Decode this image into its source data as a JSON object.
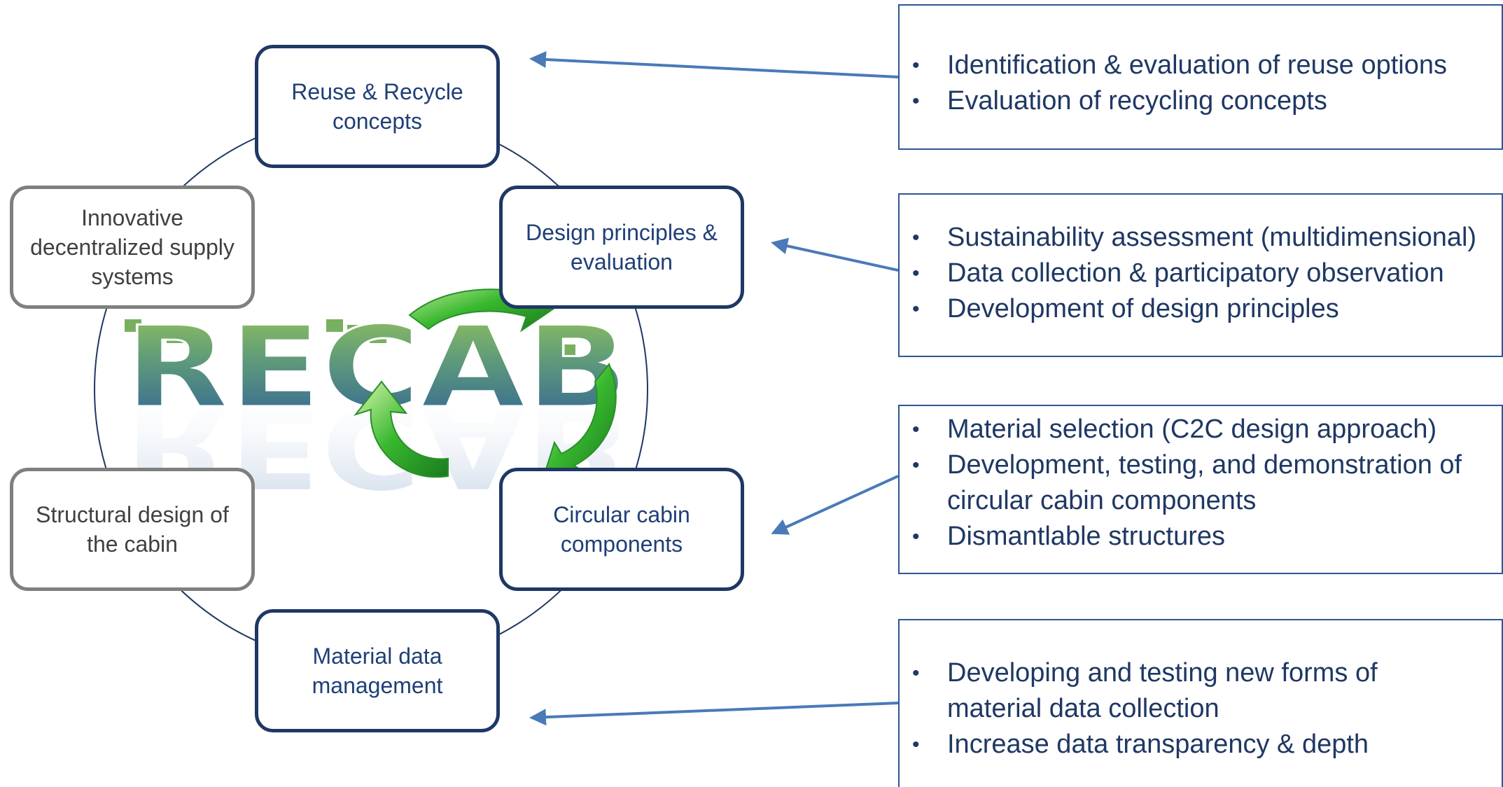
{
  "logo": {
    "text": "RECAB"
  },
  "cycle_nodes": [
    {
      "label": "Reuse & Recycle concepts"
    },
    {
      "label": "Design principles & evaluation"
    },
    {
      "label": "Circular cabin components"
    },
    {
      "label": "Material data management"
    },
    {
      "label": "Structural design of the cabin"
    },
    {
      "label": "Innovative decentralized supply systems"
    }
  ],
  "panels": [
    {
      "items": [
        "Identification & evaluation of reuse options",
        "Evaluation of recycling concepts"
      ]
    },
    {
      "items": [
        "Sustainability assessment (multidimensional)",
        "Data collection & participatory observation",
        "Development of design principles"
      ]
    },
    {
      "items": [
        "Material selection (C2C design approach)",
        "Development, testing, and demonstration of circular cabin components",
        "Dismantlable structures"
      ]
    },
    {
      "items": [
        "Developing and testing new forms of material data collection",
        "Increase data transparency & depth"
      ]
    }
  ],
  "colors": {
    "node_border_blue": "#1f3864",
    "node_border_grey": "#7f7f7f",
    "panel_border": "#2f5597",
    "arrow": "#4a7ab8",
    "recycle_green": "#3cb83c"
  },
  "icons": [
    "recycle-arrows-icon",
    "bullet-icon"
  ]
}
